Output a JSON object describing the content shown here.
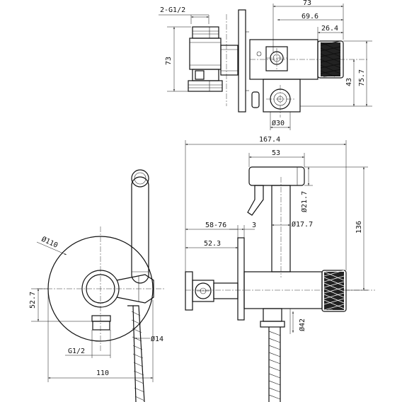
{
  "drawing": {
    "top_view": {
      "thread_label": "2-G1/2",
      "dim_overall_width": "73",
      "dim_to_knob": "69.6",
      "dim_knob_width": "26.4",
      "dim_height": "73",
      "dim_outer_height": "75.7",
      "dim_offset": "43",
      "dim_port_diameter": "Ø30"
    },
    "front_view": {
      "dim_plate_diameter": "Ø110",
      "dim_center_height": "52.7",
      "dim_hose_diameter": "Ø14",
      "thread_label": "G1/2",
      "dim_plate_width": "110"
    },
    "side_view": {
      "dim_total_length": "167.4",
      "dim_handle_length": "53",
      "dim_handle_diameter": "Ø21.7",
      "dim_pipe_diameter": "Ø17.7",
      "dim_wall_range": "58-76",
      "dim_plate_thickness": "3",
      "dim_wall_to_plate": "52.3",
      "dim_total_height": "136",
      "dim_knob_diameter": "Ø42"
    }
  }
}
